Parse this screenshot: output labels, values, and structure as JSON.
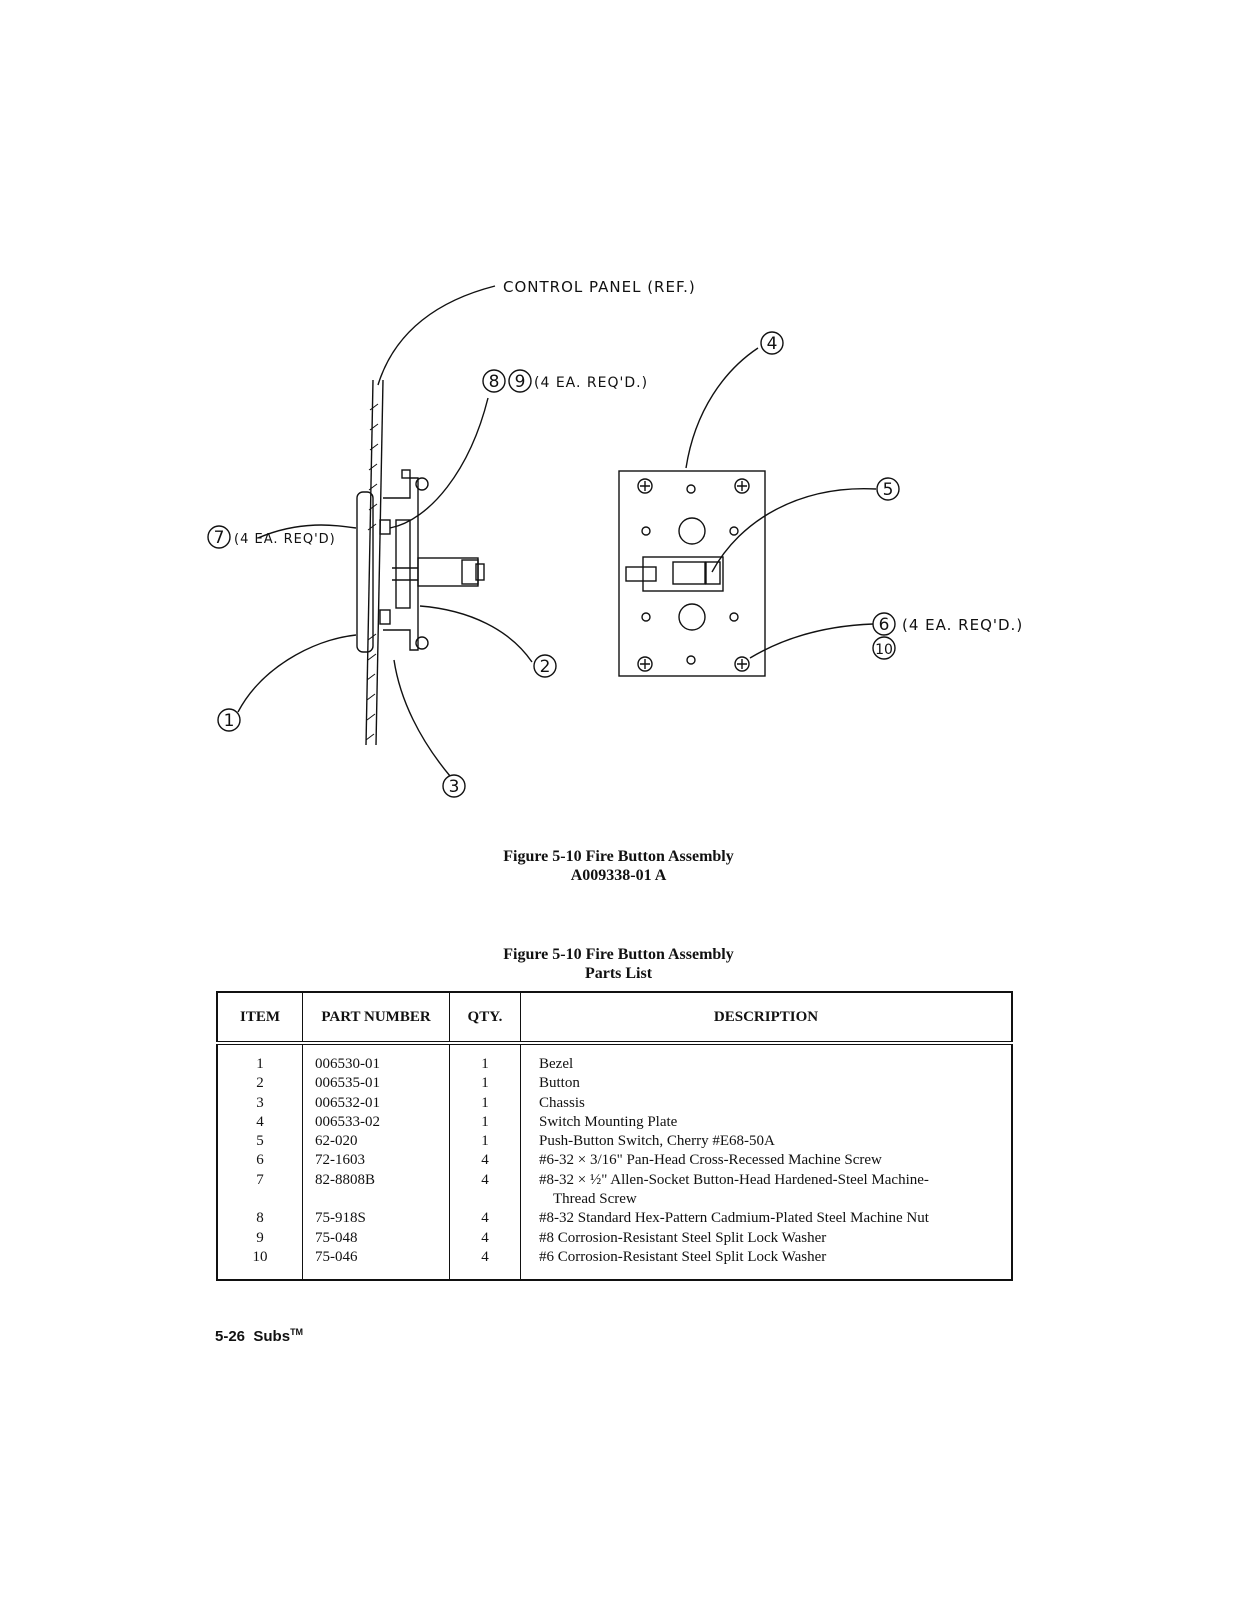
{
  "diagram": {
    "panel_label": "CONTROL PANEL (REF.)",
    "callouts": {
      "c1": "1",
      "c2": "2",
      "c3": "3",
      "c4": "4",
      "c5": "5",
      "c6": "6",
      "c7": "7",
      "c8": "8",
      "c9": "9",
      "c10": "10"
    },
    "notes": {
      "n7": "(4 EA. REQ'D)",
      "n89": "(4 EA. REQ'D.)",
      "n6": "(4 EA. REQ'D.)"
    }
  },
  "figure_caption": {
    "line1": "Figure 5-10   Fire Button Assembly",
    "line2": "A009338-01   A"
  },
  "parts_caption": {
    "line1": "Figure 5-10   Fire Button Assembly",
    "line2": "Parts List"
  },
  "table": {
    "headers": {
      "item": "ITEM",
      "part": "PART NUMBER",
      "qty": "QTY.",
      "desc": "DESCRIPTION"
    },
    "rows": [
      {
        "item": "1",
        "part": "006530-01",
        "qty": "1",
        "desc": "Bezel"
      },
      {
        "item": "2",
        "part": "006535-01",
        "qty": "1",
        "desc": "Button"
      },
      {
        "item": "3",
        "part": "006532-01",
        "qty": "1",
        "desc": "Chassis"
      },
      {
        "item": "4",
        "part": "006533-02",
        "qty": "1",
        "desc": "Switch Mounting Plate"
      },
      {
        "item": "5",
        "part": "62-020",
        "qty": "1",
        "desc": "Push-Button Switch, Cherry #E68-50A"
      },
      {
        "item": "6",
        "part": "72-1603",
        "qty": "4",
        "desc": "#6-32 × 3/16\" Pan-Head Cross-Recessed Machine Screw"
      },
      {
        "item": "7",
        "part": "82-8808B",
        "qty": "4",
        "desc": "#8-32 × ½\" Allen-Socket Button-Head Hardened-Steel Machine-",
        "desc2": "Thread Screw"
      },
      {
        "item": "8",
        "part": "75-918S",
        "qty": "4",
        "desc": "#8-32 Standard Hex-Pattern Cadmium-Plated Steel Machine Nut"
      },
      {
        "item": "9",
        "part": "75-048",
        "qty": "4",
        "desc": "#8 Corrosion-Resistant Steel Split Lock Washer"
      },
      {
        "item": "10",
        "part": "75-046",
        "qty": "4",
        "desc": "#6 Corrosion-Resistant Steel Split Lock Washer"
      }
    ]
  },
  "footer": {
    "page": "5-26",
    "title": "Subs",
    "tm": "TM"
  }
}
